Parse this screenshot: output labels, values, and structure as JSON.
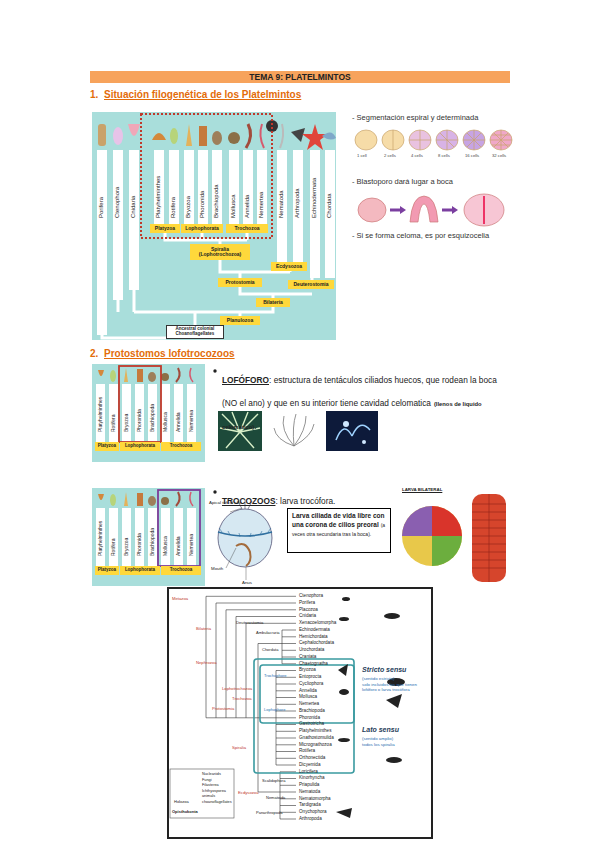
{
  "diagram": {
    "title": "TEMA 9: PLATELMINTOS",
    "nodes": [
      {
        "text": [
          "Platyzoa"
        ]
      },
      {
        "text": [
          "Lophophorata"
        ]
      },
      {
        "text": [
          "Trochozoa"
        ]
      },
      {
        "text": [
          "Spiralia (Lophotrochozoa)"
        ]
      },
      {
        "text": [
          "Ecdysozoa"
        ]
      },
      {
        "text": [
          "Protostomia"
        ]
      },
      {
        "text": [
          "Deuterostomia"
        ]
      },
      {
        "text": [
          "Bilateria"
        ]
      },
      {
        "text": [
          "Planulozoa"
        ]
      },
      {
        "text": [
          "Ancestral colonial Choanoflagellates"
        ]
      },
      {
        "text": [
          "Platyzoa"
        ]
      },
      {
        "text": [
          "Lophophorata"
        ]
      },
      {
        "text": [
          "Trochozoa"
        ]
      },
      {
        "text": [
          "Platyzoa"
        ]
      },
      {
        "text": [
          "Lophophorata"
        ]
      },
      {
        "text": [
          "Trochozoa"
        ]
      },
      {
        "text": [
          "Larva ciliada de vida libre con una corona de cilios preoral",
          "(a veces otra secundaria tras la boca)."
        ]
      }
    ],
    "labels": [
      "1.",
      "Situación filogenética de los Platelmintos",
      "Porifera",
      "Ctenophora",
      "Cnidaria",
      "Platyhelminthes",
      "Rotifera",
      "Bryozoa",
      "Phoronida",
      "Brachiopoda",
      "Mollusca",
      "Annelida",
      "Nemertea",
      "Nematoda",
      "Arthropoda",
      "Echinodermata",
      "Chordata",
      "- Segmentación espiral y determinada",
      "1 cell",
      "2 cells",
      "4 cells",
      "8 cells",
      "16 cells",
      "32 cells",
      "- Blastoporo dará lugar a boca",
      "- Si se forma celoma, es por esquizocelia",
      "2.",
      "Protostomos lofotrocozoos",
      "Platyhelminthes",
      "Rotifera",
      "Bryozoa",
      "Phoronida",
      "Brachiopoda",
      "Mollusca",
      "Annelida",
      "Nemertea",
      "LOFÓFORO",
      ": estructura de tentáculos ciliados huecos, que rodean la boca (NO el ano) y que en su interior tiene cavidad celomatica",
      "(llenos de liquido celomatico)",
      ".",
      "Platyhelminthes",
      "Rotifera",
      "Bryozoa",
      "Phoronida",
      "Brachiopoda",
      "Mollusca",
      "Annelida",
      "Nemertea",
      "TROCOZOOS",
      ": larva trocófora.",
      "Apical tuft of cilia",
      "Mouth",
      "Anus",
      "LARVA BILATERAL",
      "Ctenophora",
      "Porifera",
      "Placozoa",
      "Cnidaria",
      "Xenacoelomorpha",
      "Echinodermata",
      "Hemichordata",
      "Cephalochordata",
      "Urochordata",
      "Craniata",
      "Chaetognatha",
      "Bryozoa",
      "Entoprocta",
      "Cycliophora",
      "Annelida",
      "Mollusca",
      "Nemertea",
      "Brachiopoda",
      "Phoronida",
      "Gastrotricha",
      "Platyhelminthes",
      "Gnathostomulida",
      "Micrognathozoa",
      "Rotifera",
      "Orthonectida",
      "Dicyemida",
      "Loricifera",
      "Kinorhyncha",
      "Priapulida",
      "Nematoda",
      "Nematomorpha",
      "Tardigrada",
      "Onychophora",
      "Arthropoda",
      "Metazoa",
      "Bilateria",
      "Deuterostomia",
      "Ambulacraria",
      "Chordata",
      "Nephrozoa",
      "Protostomia",
      "Lophotrochozoa",
      "Trochozoa",
      "Lophophore",
      "Trochophore",
      "Spiralia",
      "Ecdysozoa",
      "Scalidophora",
      "Nematoida",
      "Panarthropoda",
      "Opisthokonta",
      "Holozoa",
      "Nucleariids",
      "Fungi",
      "Filasterea",
      "Ichthyosporea",
      "animals",
      "choanoflagellates",
      "Stricto sensu",
      "(sentido estricto)",
      "solo incluidos los que tienen lofóforo o larva trocófora",
      "Lato sensu",
      "(sentido amplio)",
      "todos los spiralia"
    ]
  }
}
